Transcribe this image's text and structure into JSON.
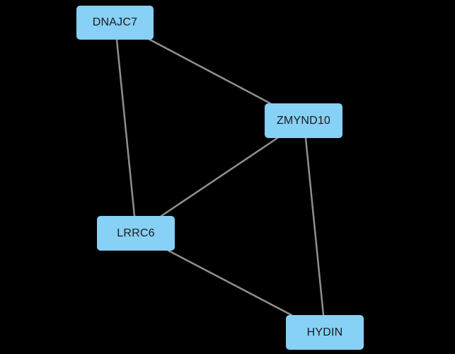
{
  "diagram": {
    "nodes": [
      {
        "id": "dnajc7",
        "label": "DNAJC7"
      },
      {
        "id": "zmynd10",
        "label": "ZMYND10"
      },
      {
        "id": "lrrc6",
        "label": "LRRC6"
      },
      {
        "id": "hydin",
        "label": "HYDIN"
      }
    ],
    "edges": [
      {
        "source": "DNAJC7",
        "target": "ZMYND10"
      },
      {
        "source": "DNAJC7",
        "target": "LRRC6"
      },
      {
        "source": "ZMYND10",
        "target": "LRRC6"
      },
      {
        "source": "ZMYND10",
        "target": "HYDIN"
      },
      {
        "source": "LRRC6",
        "target": "HYDIN"
      }
    ],
    "colors": {
      "background": "#000000",
      "node_fill": "#87d0f6",
      "edge": "#8f8f8f",
      "label": "#1a1a1a"
    }
  }
}
